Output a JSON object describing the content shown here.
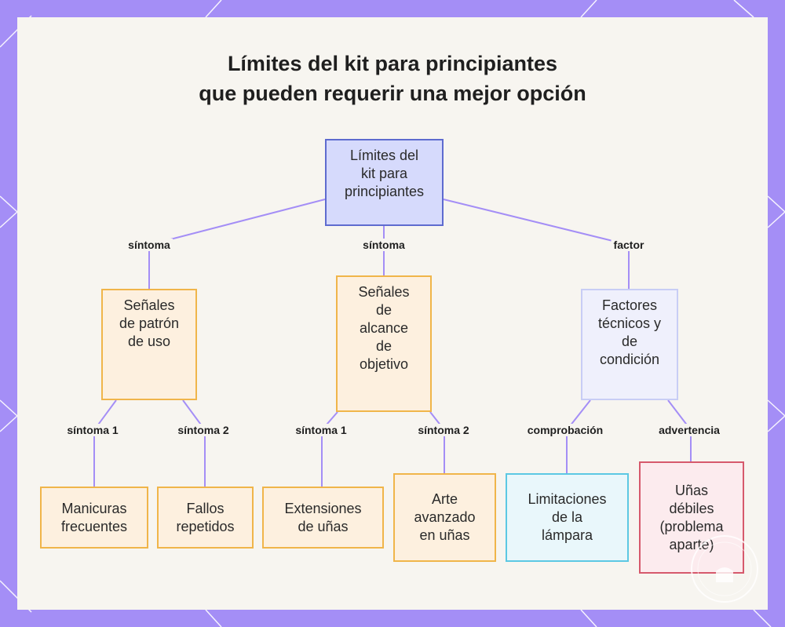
{
  "title": {
    "line1": "Límites del kit para principiantes",
    "line2": "que pueden requerir una mejor opción"
  },
  "nodes": {
    "root": "Límites del\nkit para\nprincipiantes",
    "uso": "Señales\nde patrón\nde uso",
    "alcance": "Señales\nde\nalcance\nde\nobjetivo",
    "factores": "Factores\ntécnicos y\nde\ncondición",
    "manicuras": "Manicuras\nfrecuentes",
    "fallos": "Fallos\nrepetidos",
    "extensiones": "Extensiones\nde uñas",
    "arte": "Arte\navanzado\nen uñas",
    "lampara": "Limitaciones\nde la\nlámpara",
    "debiles": "Uñas\ndébiles\n(problema\naparte)"
  },
  "edge_labels": {
    "root_uso": "síntoma",
    "root_alcance": "síntoma",
    "root_factores": "factor",
    "uso_manicuras": "síntoma 1",
    "uso_fallos": "síntoma 2",
    "alcance_extensiones": "síntoma 1",
    "alcance_arte": "síntoma 2",
    "factores_lampara": "comprobación",
    "factores_debiles": "advertencia"
  },
  "colors": {
    "frame": "#a48ef6",
    "edge": "#a48ef6",
    "root_fill": "#d6dafc",
    "root_border": "#5e6bcf",
    "orange_border": "#f0b54a",
    "cyan_border": "#5cc8e3",
    "red_border": "#d6596c"
  }
}
